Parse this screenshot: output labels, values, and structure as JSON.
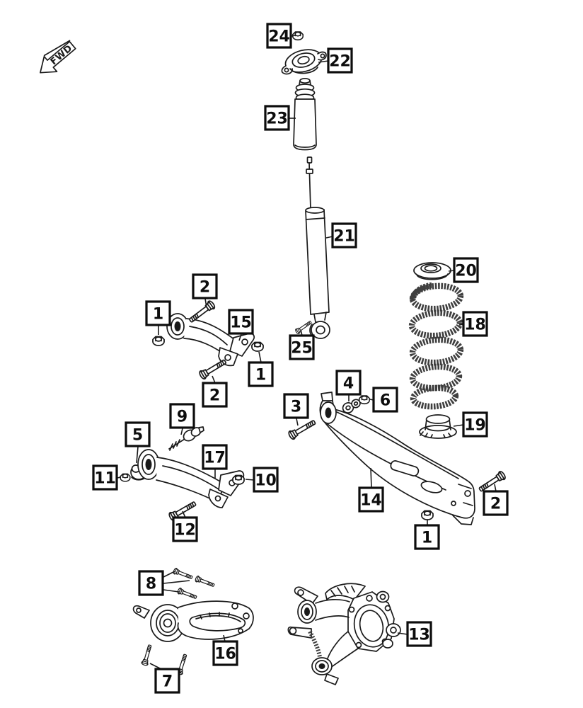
{
  "fwd": {
    "label": "FWD"
  },
  "callouts": {
    "n24": "24",
    "n22": "22",
    "n23": "23",
    "n21": "21",
    "n20": "20",
    "n18": "18",
    "n19": "19",
    "n25": "25",
    "n2a": "2",
    "n1a": "1",
    "n15": "15",
    "n1b": "1",
    "n2b": "2",
    "n9": "9",
    "n5": "5",
    "n17": "17",
    "n11": "11",
    "n10": "10",
    "n12": "12",
    "n3": "3",
    "n4": "4",
    "n6": "6",
    "n14": "14",
    "n2c": "2",
    "n1c": "1",
    "n8": "8",
    "n16": "16",
    "n7": "7",
    "n13": "13"
  }
}
